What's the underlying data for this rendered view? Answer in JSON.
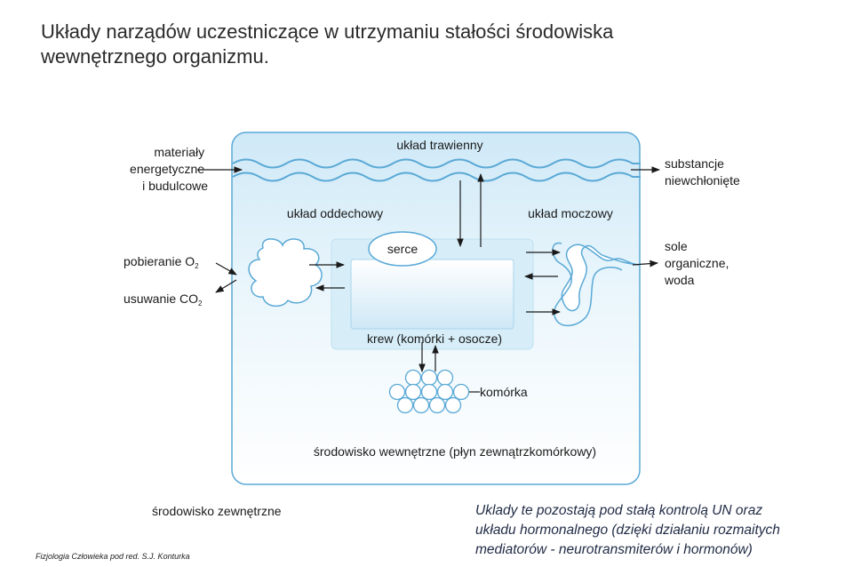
{
  "title": {
    "line1": "Układy narządów uczestniczące w utrzymaniu stałości środowiska",
    "line2": "wewnętrznego organizmu."
  },
  "diagram": {
    "digestive_system": "układ trawienny",
    "respiratory_system": "układ oddechowy",
    "urinary_system": "układ moczowy",
    "heart": "serce",
    "blood": "krew (komórki + osocze)",
    "cell": "komórka",
    "internal_environment": "środowisko wewnętrzne (płyn zewnątrzkomórkowy)",
    "input_materials": [
      "materiały",
      "energetyczne",
      "i budulcowe"
    ],
    "unabsorbed": [
      "substancje",
      "niewchłonięte"
    ],
    "o2_intake": "pobieranie O",
    "o2_sub": "2",
    "co2_removal": "usuwanie CO",
    "co2_sub": "2",
    "urine_output": [
      "sole",
      "organiczne,",
      "woda"
    ]
  },
  "external_environment": "środowisko zewnętrzne",
  "note": [
    "Uklady te pozostają pod stałą kontrolą UN oraz",
    "układu hormonalnego (dzięki działaniu rozmaitych",
    "mediatorów - neurotransmiterów i hormonów)"
  ],
  "source": "Fizjologia Człowieka pod red. S.J. Konturka",
  "colors": {
    "box_stroke": "#5aa9d6",
    "box_fill_top": "#cfe9f7",
    "box_fill_bottom": "#ffffff",
    "inner_fill": "#d7eef9",
    "arrow": "#1a1a1a"
  }
}
